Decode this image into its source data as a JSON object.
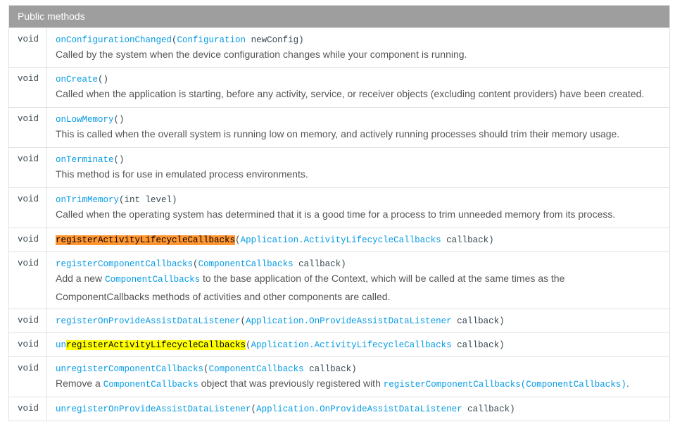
{
  "section": {
    "title": "Public methods"
  },
  "rows": [
    {
      "type": "void",
      "method": "onConfigurationChanged",
      "open": "(",
      "param_type": "Configuration",
      "param_name": " newConfig",
      "close": ")",
      "desc": "Called by the system when the device configuration changes while your component is running."
    },
    {
      "type": "void",
      "method": "onCreate",
      "parens": "()",
      "desc": "Called when the application is starting, before any activity, service, or receiver objects (excluding content providers) have been created."
    },
    {
      "type": "void",
      "method": "onLowMemory",
      "parens": "()",
      "desc": "This is called when the overall system is running low on memory, and actively running processes should trim their memory usage."
    },
    {
      "type": "void",
      "method": "onTerminate",
      "parens": "()",
      "desc": "This method is for use in emulated process environments."
    },
    {
      "type": "void",
      "method": "onTrimMemory",
      "params": "(int level)",
      "desc": "Called when the operating system has determined that it is a good time for a process to trim unneeded memory from its process."
    },
    {
      "type": "void",
      "method": "registerActivityLifecycleCallbacks",
      "open": "(",
      "param_type": "Application.ActivityLifecycleCallbacks",
      "param_name": " callback",
      "close": ")"
    },
    {
      "type": "void",
      "method": "registerComponentCallbacks",
      "open": "(",
      "param_type": "ComponentCallbacks",
      "param_name": " callback",
      "close": ")",
      "desc_pre": "Add a new ",
      "desc_code": "ComponentCallbacks",
      "desc_post": " to the base application of the Context, which will be called at the same times as the ComponentCallbacks methods of activities and other components are called."
    },
    {
      "type": "void",
      "method": "registerOnProvideAssistDataListener",
      "open": "(",
      "param_type": "Application.OnProvideAssistDataListener",
      "param_name": " callback",
      "close": ")"
    },
    {
      "type": "void",
      "method_prefix": "un",
      "method_highlight": "registerActivityLifecycleCallbacks",
      "open": "(",
      "param_type": "Application.ActivityLifecycleCallbacks",
      "param_name": " callback",
      "close": ")"
    },
    {
      "type": "void",
      "method": "unregisterComponentCallbacks",
      "open": "(",
      "param_type": "ComponentCallbacks",
      "param_name": " callback",
      "close": ")",
      "desc_pre": "Remove a ",
      "desc_code": "ComponentCallbacks",
      "desc_mid": " object that was previously registered with ",
      "desc_link": "registerComponentCallbacks(ComponentCallbacks)",
      "desc_post": "."
    },
    {
      "type": "void",
      "method": "unregisterOnProvideAssistDataListener",
      "open": "(",
      "param_type": "Application.OnProvideAssistDataListener",
      "param_name": " callback",
      "close": ")"
    }
  ],
  "colors": {
    "header_bg": "#9e9e9e",
    "link": "#039be5",
    "code_text": "#37474f",
    "highlight_current": "#ff9632",
    "highlight_match": "#ffff00"
  }
}
